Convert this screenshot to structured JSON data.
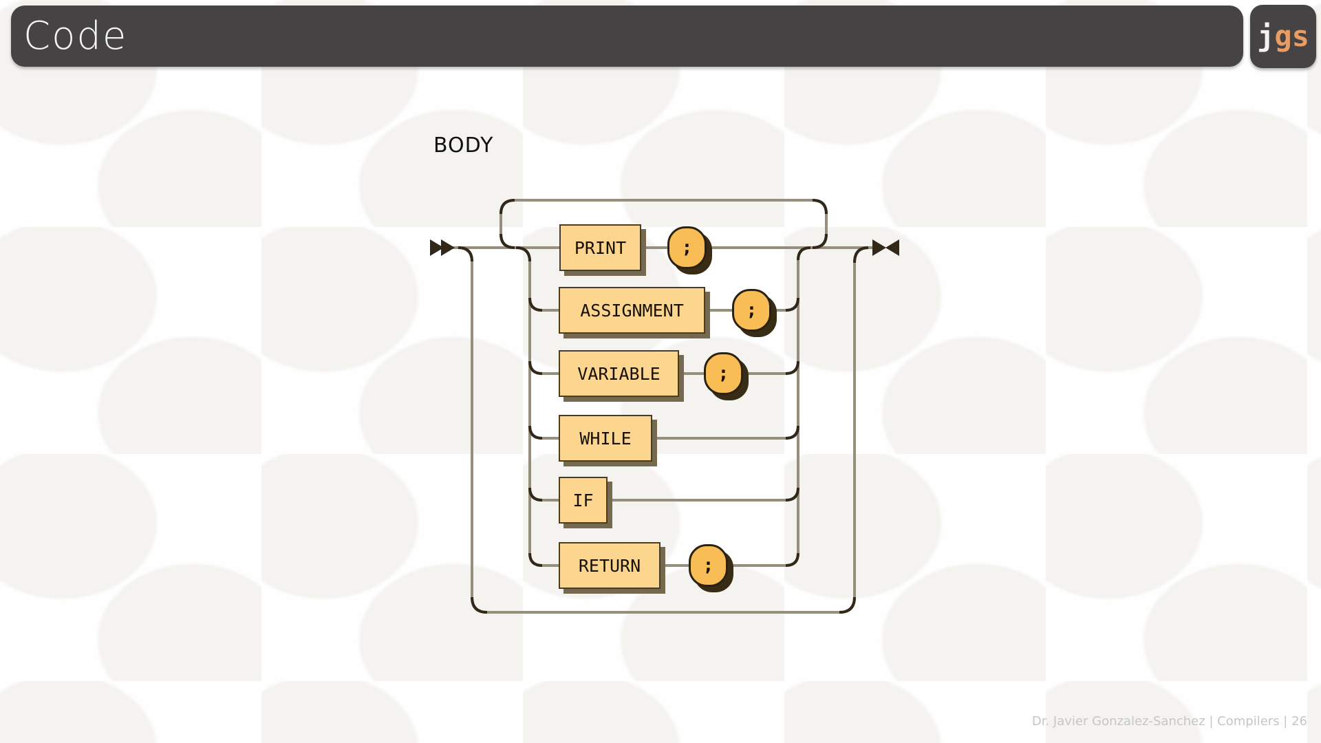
{
  "header": {
    "title": "Code",
    "logo": {
      "j": "j",
      "gs": "gs"
    }
  },
  "slide": {
    "heading": "BODY",
    "footer": "Dr. Javier Gonzalez-Sanchez | Compilers | 26"
  },
  "diagram": {
    "type": "railroad-syntax-diagram",
    "rule": "BODY",
    "structure": "zero-or-more of one alternative, with bypass path below and repeat loop above",
    "alternatives": [
      {
        "label": "PRINT",
        "terminator": ";"
      },
      {
        "label": "ASSIGNMENT",
        "terminator": ";"
      },
      {
        "label": "VARIABLE",
        "terminator": ";"
      },
      {
        "label": "WHILE",
        "terminator": null
      },
      {
        "label": "IF",
        "terminator": null
      },
      {
        "label": "RETURN",
        "terminator": ";"
      }
    ]
  },
  "theme": {
    "bar-bg": "#454343",
    "bar-text": "#f5f5f5",
    "accent-orange": "#e99c63",
    "line": "#978f7e",
    "dark": "#32281a",
    "box-fill": "#fcd68f",
    "box-border": "#4a3c22",
    "box-shadow": "#75694f",
    "oval-fill": "#f9bd55",
    "oval-border": "#2b2110",
    "oval-shadow": "#392c14",
    "heading-text": "#101010",
    "footer-text": "#c6c6c6"
  }
}
